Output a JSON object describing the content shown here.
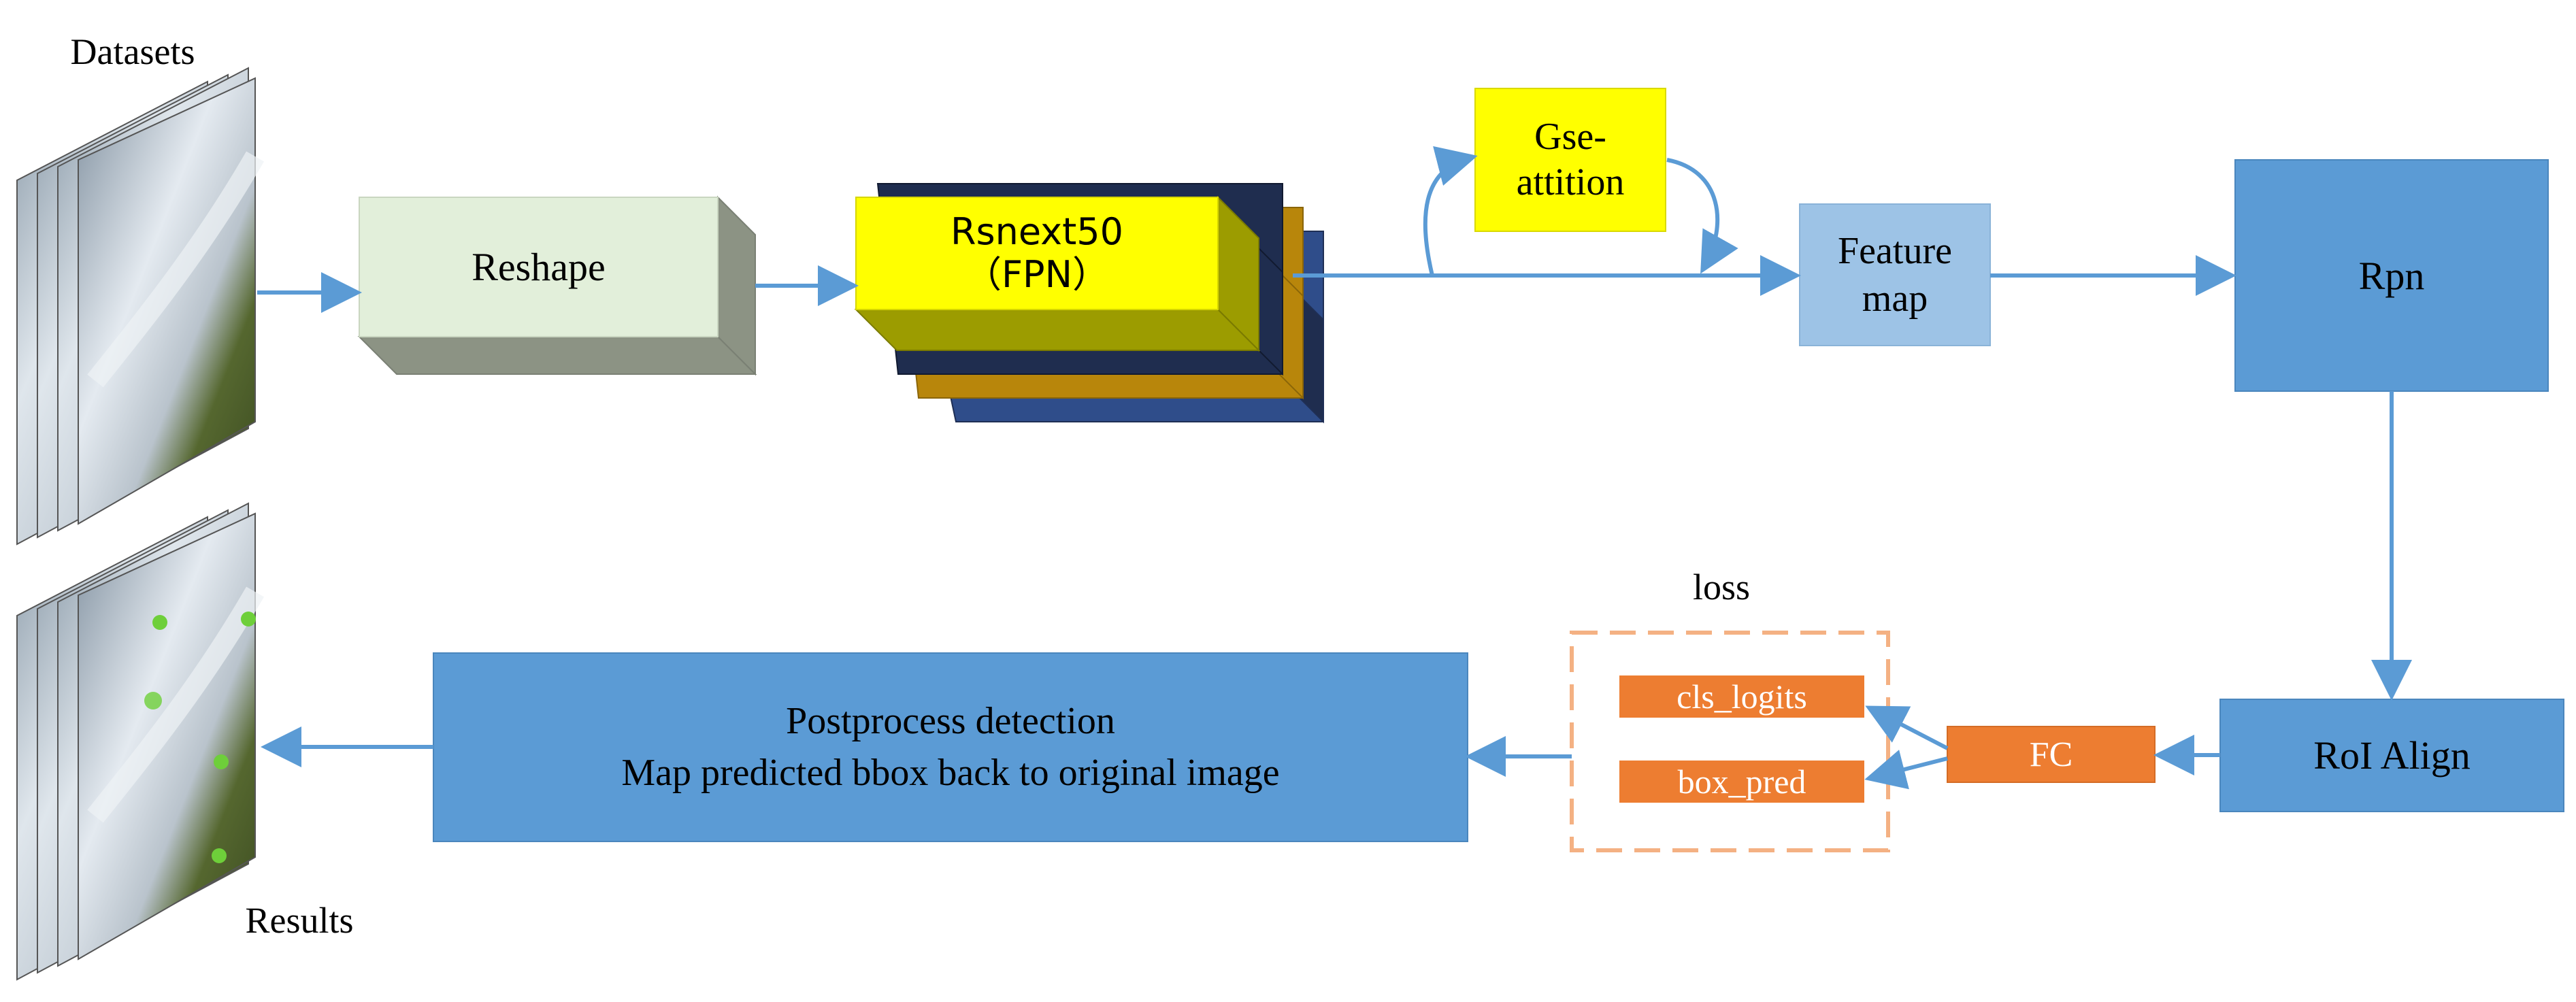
{
  "labels": {
    "datasets": "Datasets",
    "results": "Results",
    "loss": "loss"
  },
  "nodes": {
    "reshape": "Reshape",
    "backbone_line1": "Rsnext50",
    "backbone_line2": "（FPN）",
    "attention_line1": "Gse-",
    "attention_line2": "attition",
    "feature_map_line1": "Feature",
    "feature_map_line2": "map",
    "rpn": "Rpn",
    "roi_align": "RoI Align",
    "fc": "FC",
    "cls_logits": "cls_logits",
    "box_pred": "box_pred",
    "postprocess_line1": "Postprocess detection",
    "postprocess_line2": "Map predicted bbox back to original image"
  },
  "colors": {
    "arrow": "#5b9bd5",
    "blue_box": "#5b9bd5",
    "light_blue_box": "#9dc3e6",
    "reshape_face": "#e2efda",
    "reshape_side": "#8c9384",
    "yellow": "#ffff00",
    "olive": "#9c9c00",
    "orange": "#ed7d31",
    "loss_border": "#f4b183",
    "navy": "#1f2d4f",
    "gold": "#b8860b",
    "dark_blue": "#2f4d8a"
  }
}
